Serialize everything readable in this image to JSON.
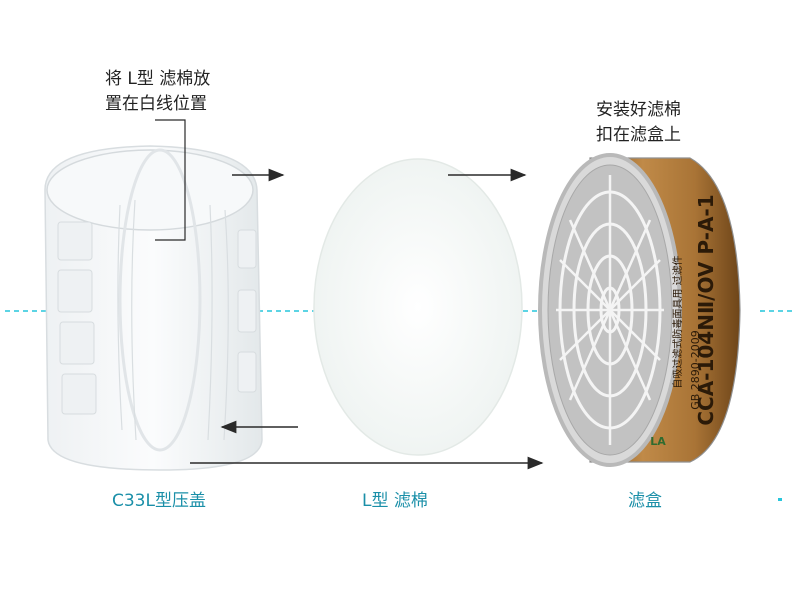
{
  "notes": {
    "cap_note": [
      "将 L型 滤棉放",
      "置在白线位置"
    ],
    "cartridge_note": [
      "安装好滤棉",
      "扣在滤盒上"
    ]
  },
  "labels": {
    "cap": "C33L型压盖",
    "filter": "L型 滤棉",
    "cartridge": "滤盒"
  },
  "cartridge_print": {
    "model": "CCA-104NⅡ/OV P-A-1",
    "standard": "GB 2890-2009",
    "chinese": "自吸过滤式防毒面具用 过滤件",
    "brand_mark": "LA"
  },
  "colors": {
    "guide_line": "#27c6dc",
    "arrow": "#2a2a2a",
    "label": "#1a8fa8",
    "cartridge_band": "#b07a3c",
    "cartridge_rim": "#c9c9c9"
  }
}
